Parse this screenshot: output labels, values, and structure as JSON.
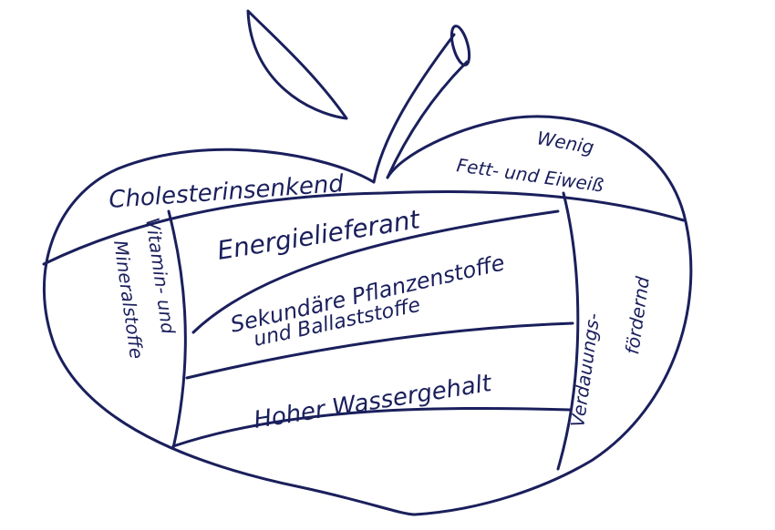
{
  "colors": {
    "ink": "#1a1f5c",
    "background": "#ffffff"
  },
  "labels": {
    "cholesterin": "Cholesterinsenkend",
    "wenig_line1": "Wenig",
    "wenig_line2": "Fett- und Eiweiß",
    "energie": "Energielieferant",
    "sekundaer_line1": "Sekundäre Pflanzenstoffe",
    "sekundaer_line2": "und Ballaststoffe",
    "wasser": "Hoher Wassergehalt",
    "vitamin_line1": "Vitamin- und",
    "vitamin_line2": "Mineralstoffe",
    "verdauung_line1": "Verdauungs-",
    "verdauung_line2": "fördernd"
  }
}
